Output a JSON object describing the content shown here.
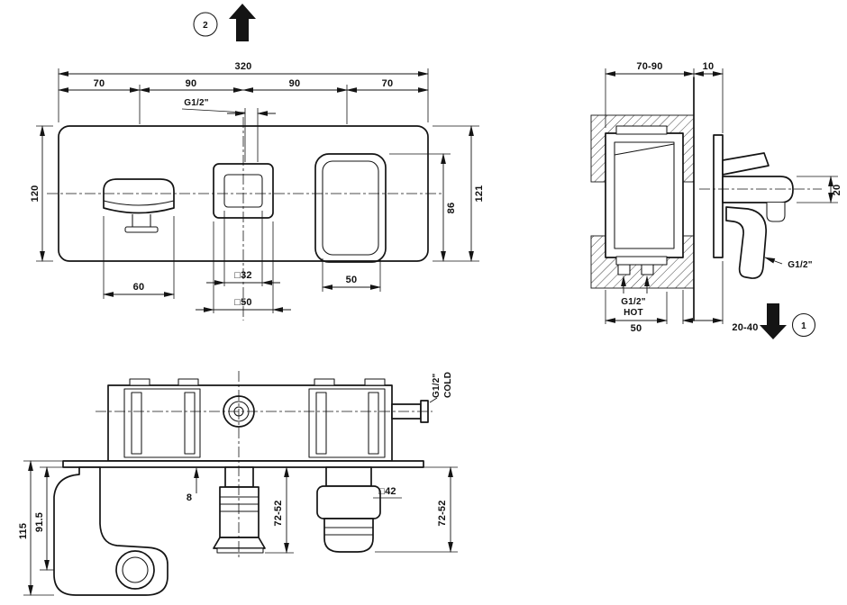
{
  "line_color": "#141414",
  "callouts": {
    "up_arrow": "2",
    "down_arrow": "1"
  },
  "front_view": {
    "total_width": "320",
    "segments": [
      "70",
      "90",
      "90",
      "70"
    ],
    "spout_thread": "G1/2\"",
    "height_left": "120",
    "plate_height": "86",
    "overall_height": "121",
    "handle_width": "60",
    "spout_square_inner": "□32",
    "spout_square_outer": "□50",
    "plate_inner_width": "50"
  },
  "side_view": {
    "recess_depth_range": "70-90",
    "plate_offset": "10",
    "spout_height": "20",
    "hot_thread": "G1/2\"",
    "hot_label": "HOT",
    "outlet_thread": "G1/2\"",
    "body_depth": "50",
    "depth_adjust_range": "20-40"
  },
  "bottom_view": {
    "cold_thread": "G1/2\"",
    "cold_label": "COLD",
    "overall_drop": "115",
    "handle_center_drop": "91.5",
    "plate_thickness": "8",
    "spout_drop_range": "72-52",
    "handle_square": "□42",
    "handle_drop_range": "72-52"
  }
}
